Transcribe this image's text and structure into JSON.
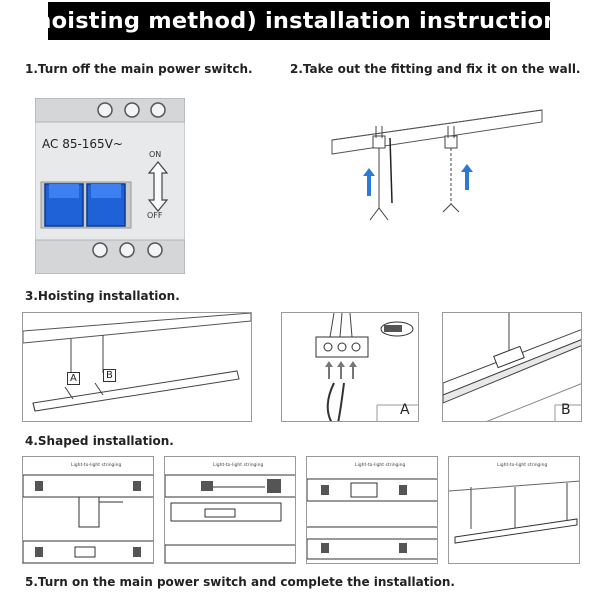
{
  "banner": {
    "title": "(hoisting method) installation instructions"
  },
  "steps": {
    "step1": "1.Turn off the main power switch.",
    "step2": "2.Take out the fitting and fix it on the wall.",
    "step3": "3.Hoisting installation.",
    "step4": "4.Shaped installation.",
    "step5": "5.Turn on the main power switch and complete the installation."
  },
  "breaker": {
    "voltage": "AC 85-165V~",
    "on_label": "ON",
    "off_label": "OFF"
  },
  "hoisting": {
    "label_a": "A",
    "label_b": "B"
  },
  "shaped": {
    "caption": "Light-to-light stringing"
  }
}
